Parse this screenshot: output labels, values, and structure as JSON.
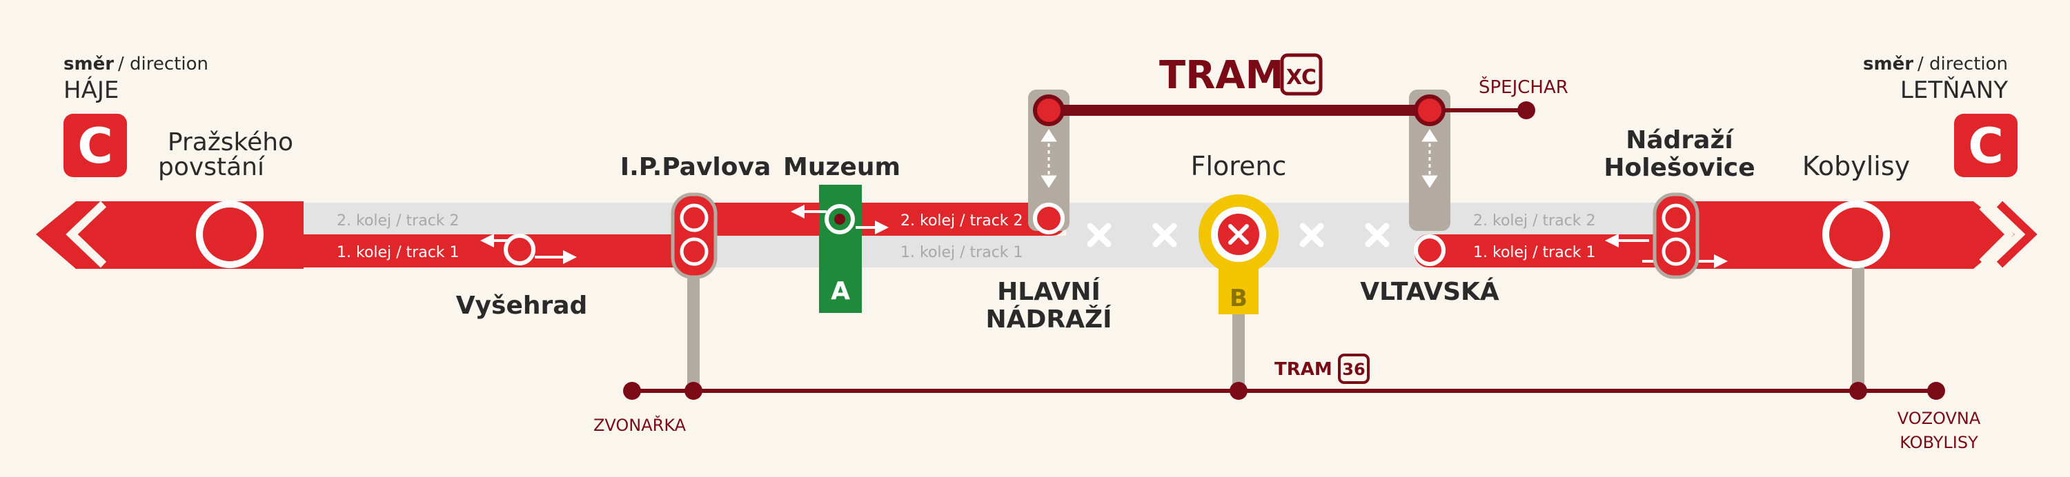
{
  "left_direction": {
    "direction_cz": "směr",
    "direction_en": "/ direction",
    "terminus": "HÁJE"
  },
  "right_direction": {
    "direction_cz": "směr",
    "direction_en": "/ direction",
    "terminus": "LETŇANY"
  },
  "line_letter": "C",
  "stations": {
    "prazskeho_povstani": [
      "Pražského",
      "povstání"
    ],
    "vysehrad": "Vyšehrad",
    "ip_pavlova": "I.P.Pavlova",
    "muzeum": "Muzeum",
    "hlavni_nadrazi": [
      "HLAVNÍ",
      "NÁDRAŽÍ"
    ],
    "florenc": "Florenc",
    "vltavska": "VLTAVSKÁ",
    "nadrazi_holesovice": [
      "Nádraží",
      "Holešovice"
    ],
    "kobylisy": "Kobylisy"
  },
  "tracks": {
    "left_track2": "2. kolej / track 2",
    "left_track1": "1. kolej / track 1",
    "mid_track2": "2. kolej / track 2",
    "mid_track1": "1. kolej / track 1",
    "right_track2": "2. kolej / track 2",
    "right_track1": "1. kolej / track 1"
  },
  "transfers": {
    "muzeum_line": "A",
    "florenc_line": "B"
  },
  "tram_xc": {
    "label": "TRAM",
    "badge": "XC",
    "stop": "ŠPEJCHAR"
  },
  "tram_36": {
    "label": "TRAM",
    "badge": "36",
    "left_stop": "ZVONAŘKA",
    "right_stop": [
      "VOZOVNA",
      "KOBYLISY"
    ]
  },
  "colors": {
    "line_c": "#e1262b",
    "dark_red": "#7a0a16",
    "line_a": "#1f8a3c",
    "line_b": "#f2c500",
    "track_gray": "#e3e3e3",
    "connector_gray": "#b3aba2",
    "background": "#faf6ee"
  }
}
